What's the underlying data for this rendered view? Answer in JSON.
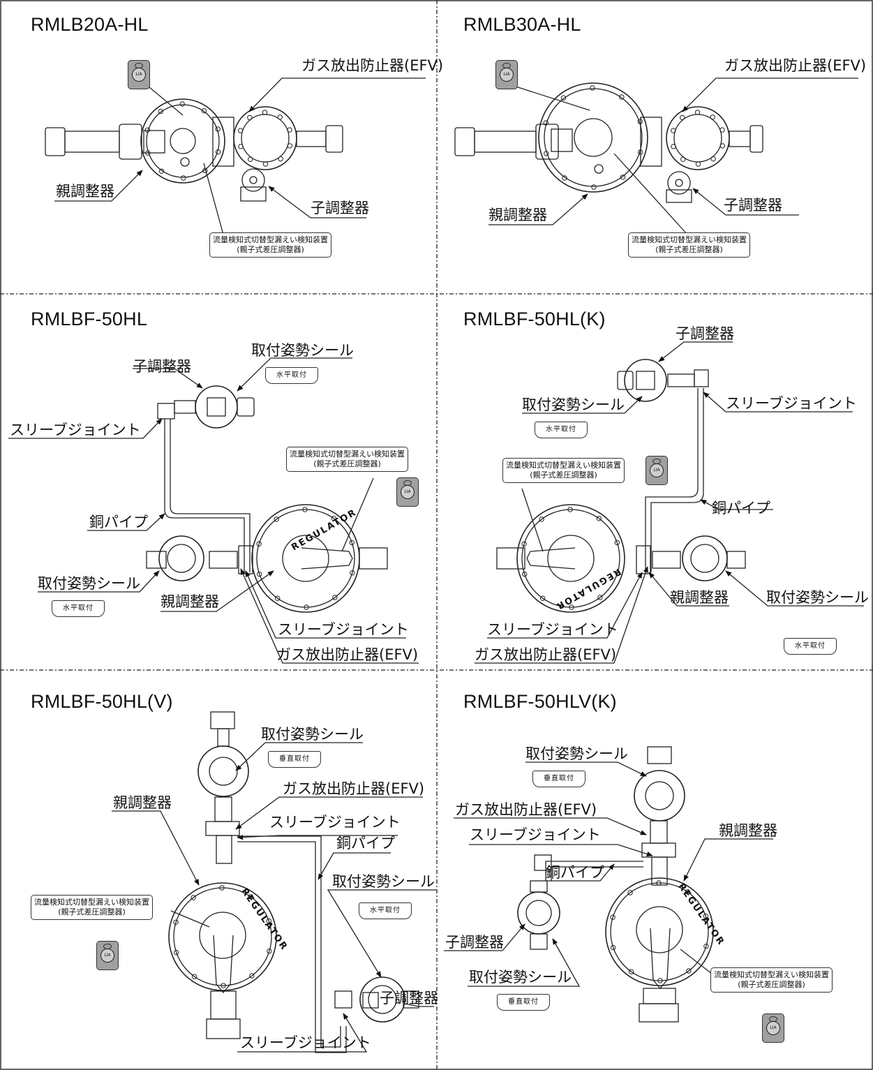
{
  "panels": [
    {
      "model": "RMLB20A-HL",
      "labels": {
        "efv": "ガス放出防止器(EFV)",
        "main_reg": "親調整器",
        "sub_reg": "子調整器"
      },
      "device_box": [
        "流量検知式切替型漏えい検知装置",
        "(親子式差圧調整器)"
      ]
    },
    {
      "model": "RMLB30A-HL",
      "labels": {
        "efv": "ガス放出防止器(EFV)",
        "main_reg": "親調整器",
        "sub_reg": "子調整器"
      },
      "device_box": [
        "流量検知式切替型漏えい検知装置",
        "(親子式差圧調整器)"
      ]
    },
    {
      "model": "RMLBF-50HL",
      "labels": {
        "sub_reg": "子調整器",
        "seal1": "取付姿勢シール",
        "sleeve1": "スリーブジョイント",
        "pipe": "銅パイプ",
        "seal2": "取付姿勢シール",
        "main_reg": "親調整器",
        "sleeve2": "スリーブジョイント",
        "efv": "ガス放出防止器(EFV)"
      },
      "seals": {
        "s1": "水平取付",
        "s2": "水平取付"
      },
      "device_box": [
        "流量検知式切替型漏えい検知装置",
        "(親子式差圧調整器)"
      ]
    },
    {
      "model": "RMLBF-50HL(K)",
      "labels": {
        "sub_reg": "子調整器",
        "seal1": "取付姿勢シール",
        "sleeve1": "スリーブジョイント",
        "pipe": "銅パイプ",
        "sleeve2": "スリーブジョイント",
        "main_reg": "親調整器",
        "seal2": "取付姿勢シール",
        "efv": "ガス放出防止器(EFV)"
      },
      "seals": {
        "s1": "水平取付",
        "s2": "水平取付"
      },
      "device_box": [
        "流量検知式切替型漏えい検知装置",
        "(親子式差圧調整器)"
      ]
    },
    {
      "model": "RMLBF-50HL(V)",
      "labels": {
        "seal1": "取付姿勢シール",
        "efv": "ガス放出防止器(EFV)",
        "main_reg": "親調整器",
        "sleeve1": "スリーブジョイント",
        "pipe": "銅パイプ",
        "seal2": "取付姿勢シール",
        "sub_reg": "子調整器",
        "sleeve2": "スリーブジョイント"
      },
      "seals": {
        "s1": "垂直取付",
        "s2": "水平取付"
      },
      "device_box": [
        "流量検知式切替型漏えい検知装置",
        "(親子式差圧調整器)"
      ]
    },
    {
      "model": "RMLBF-50HLV(K)",
      "labels": {
        "seal1": "取付姿勢シール",
        "efv": "ガス放出防止器(EFV)",
        "sleeve1": "スリーブジョイント",
        "main_reg": "親調整器",
        "pipe": "銅パイプ",
        "sub_reg": "子調整器",
        "seal2": "取付姿勢シール"
      },
      "seals": {
        "s1": "垂直取付",
        "s2": "垂直取付"
      },
      "device_box": [
        "流量検知式切替型漏えい検知装置",
        "(親子式差圧調整器)"
      ]
    }
  ],
  "regulator_text": "REGULATOR",
  "badge_text": "LIA"
}
